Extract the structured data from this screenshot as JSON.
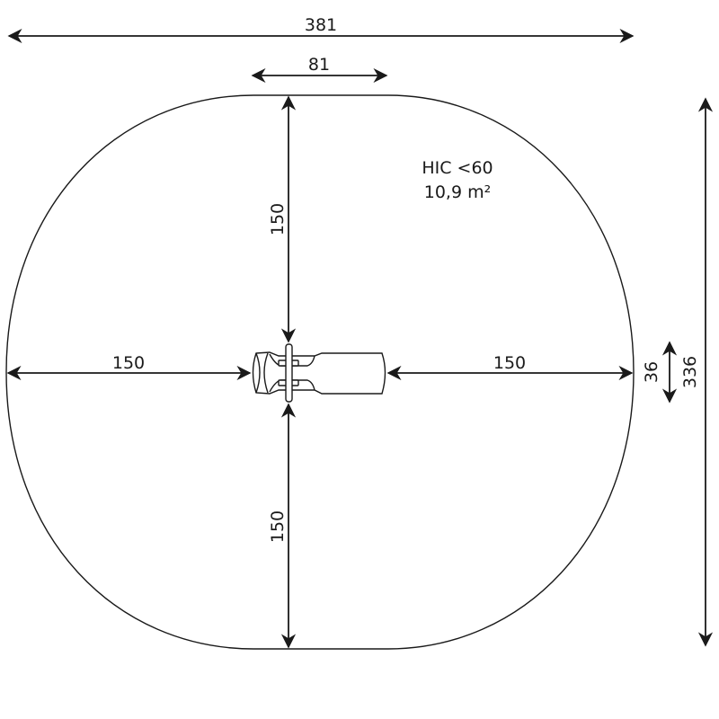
{
  "diagram": {
    "type": "playground-safety-zone-plan",
    "units": "cm",
    "colors": {
      "line": "#1a1a1a",
      "background": "#ffffff"
    },
    "dimensions": {
      "overall_width": "381",
      "equipment_length": "81",
      "top_clearance": "150",
      "bottom_clearance": "150",
      "left_clearance": "150",
      "right_clearance": "150",
      "equipment_width": "36",
      "overall_depth": "336"
    },
    "annotations": {
      "hic": "HIC <60",
      "area": "10,9 m²"
    },
    "equipment": {
      "icon": "spring-rocker-seat-icon"
    }
  }
}
